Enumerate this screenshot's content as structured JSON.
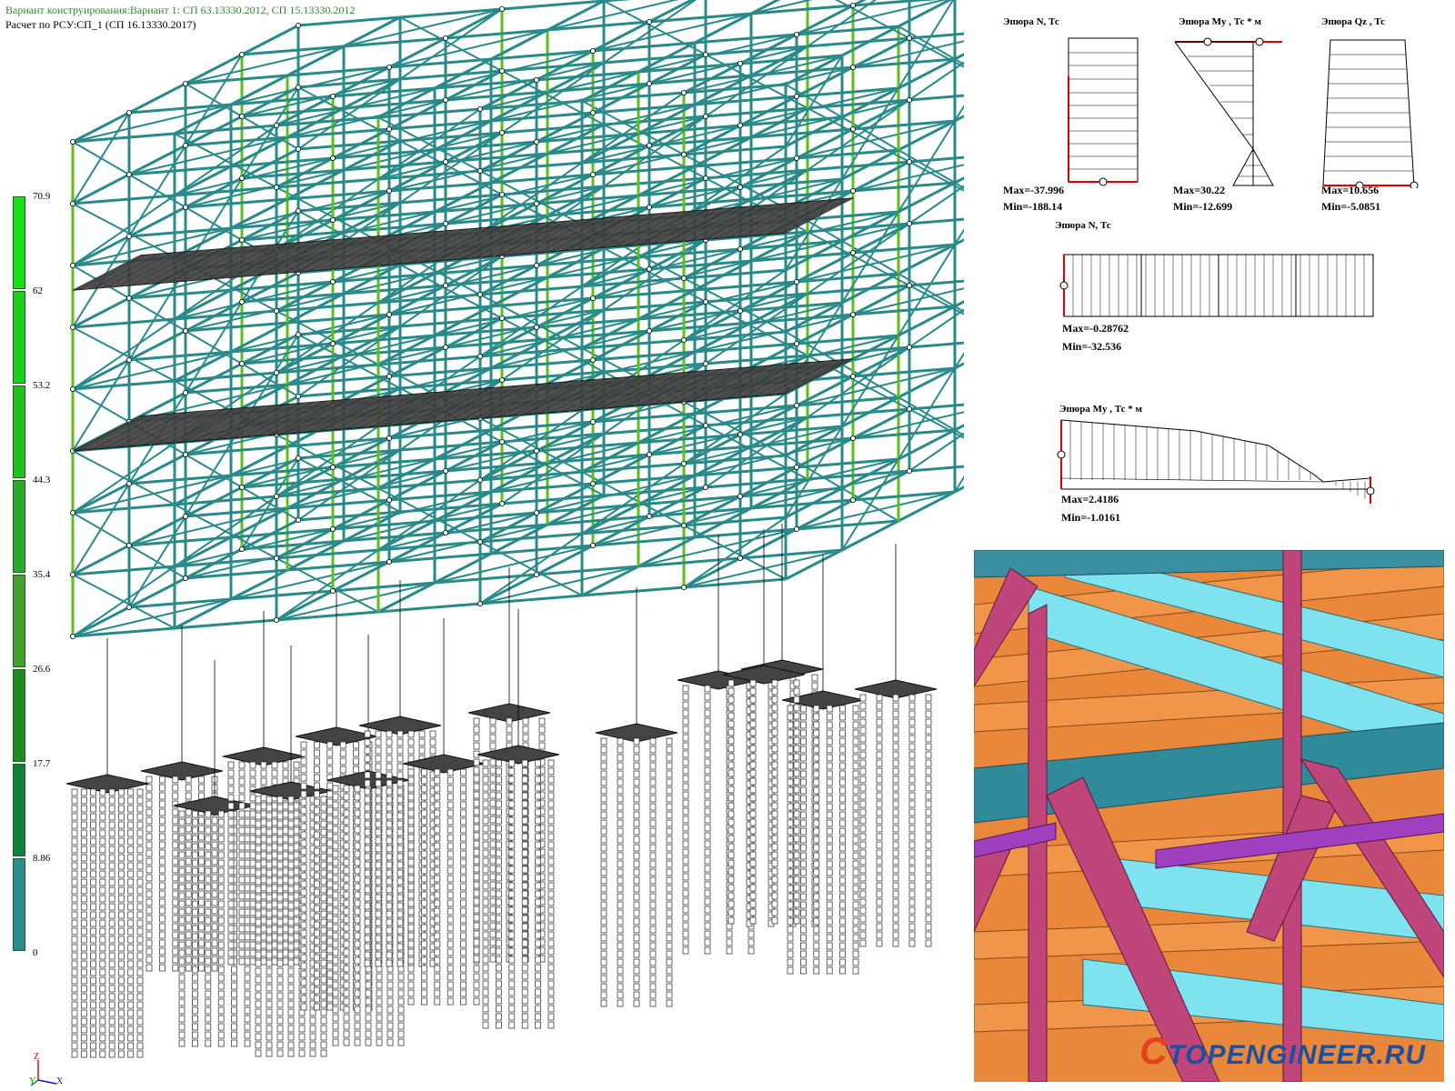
{
  "header": {
    "line1": "Вариант конструирования:Вариант 1: СП 63.13330.2012, СП 15.13330.2012",
    "line2": "Расчет по РСУ:СП_1 (СП 16.13330.2017)"
  },
  "legend": {
    "values": [
      "70.9",
      "62",
      "53.2",
      "44.3",
      "35.4",
      "26.6",
      "17.7",
      "8.86",
      "0"
    ],
    "colors": [
      "#17e017",
      "#1ad11a",
      "#20c020",
      "#2aa82a",
      "#43a02b",
      "#1f8a1f",
      "#0f7f3a",
      "#2e8b8b",
      "#2a7f80"
    ]
  },
  "axes": {
    "z": "Z",
    "x": "X",
    "y": "Y"
  },
  "epures": {
    "n1": {
      "title": "Эпюра  N, Тс",
      "max": "Max=-37.996",
      "min": "Min=-188.14"
    },
    "my1": {
      "title": "Эпюра  My , Тс * м",
      "max": "Max=30.22",
      "min": "Min=-12.699"
    },
    "qz1": {
      "title": "Эпюра  Qz , Тс",
      "max": "Max=10.656",
      "min": "Min=-5.0851"
    },
    "n2": {
      "title": "Эпюра  N, Тс",
      "max": "Max=-0.28762",
      "min": "Min=-32.536"
    },
    "my2": {
      "title": "Эпюра  My , Тс * м",
      "max": "Max=2.4186",
      "min": "Min=-1.0161"
    }
  },
  "logo": {
    "c": "C",
    "text": "TOPENGINEER.RU"
  },
  "colors": {
    "frame": "#2a8a8a",
    "highlight": "#5bbf1f",
    "pile": "#222222",
    "plate": "#333333"
  }
}
